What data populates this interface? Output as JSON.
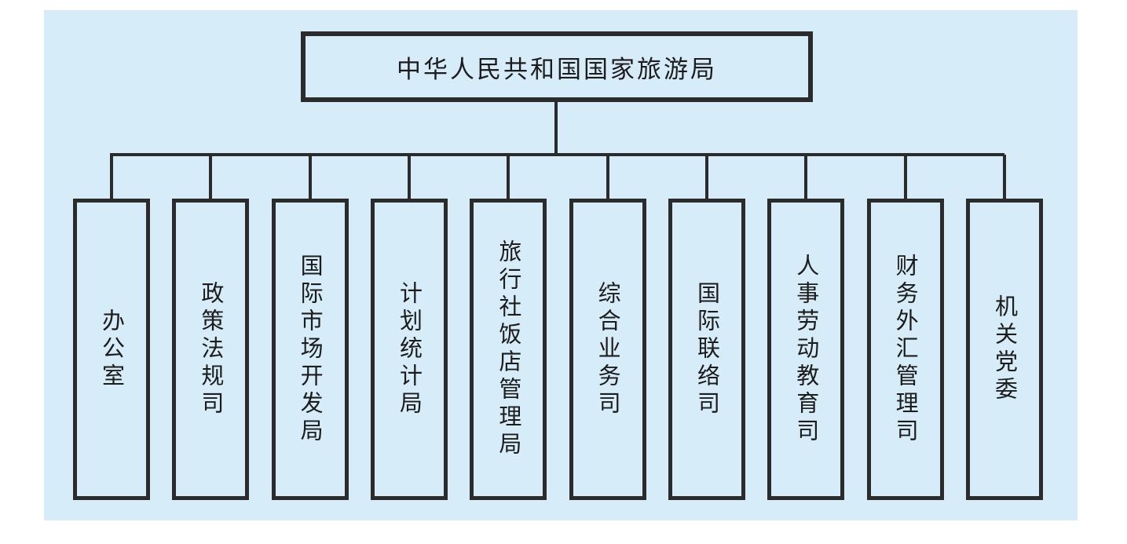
{
  "theme": {
    "page_background": "#ffffff",
    "panel_background": "#d7ecf9",
    "line_color": "#2b2b2b",
    "text_color": "#1c1c1c"
  },
  "org_chart": {
    "type": "organization-chart",
    "root": {
      "label": "中华人民共和国国家旅游局"
    },
    "departments": [
      {
        "label": "办公室"
      },
      {
        "label": "政策法规司"
      },
      {
        "label": "国际市场开发局"
      },
      {
        "label": "计划统计局"
      },
      {
        "label": "旅行社饭店管理局"
      },
      {
        "label": "综合业务司"
      },
      {
        "label": "国际联络司"
      },
      {
        "label": "人事劳动教育司"
      },
      {
        "label": "财务外汇管理司"
      },
      {
        "label": "机关党委"
      }
    ]
  }
}
